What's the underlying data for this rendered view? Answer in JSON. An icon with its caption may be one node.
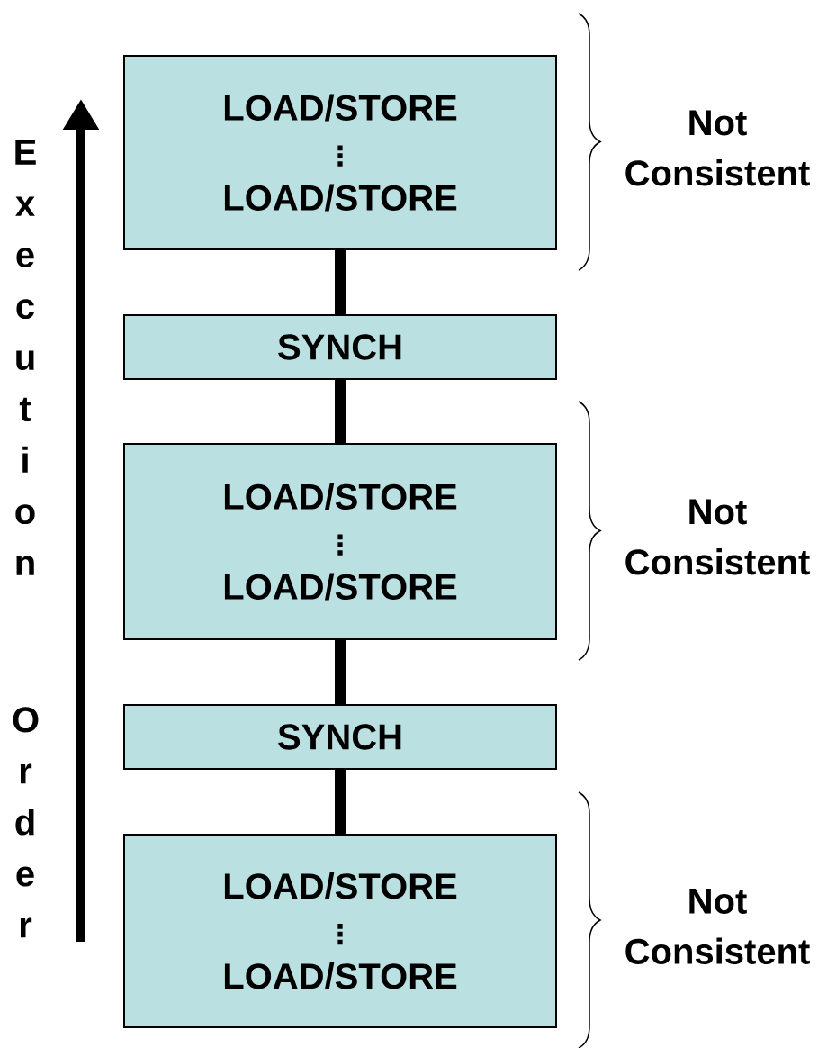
{
  "diagram": {
    "nodes": [
      {
        "text": [
          "LOAD/STORE",
          "⋮",
          "LOAD/STORE"
        ],
        "beside": [
          "Not Consistent"
        ]
      },
      {
        "text": [
          "SYNCH"
        ]
      },
      {
        "text": [
          "LOAD/STORE",
          "⋮",
          "LOAD/STORE"
        ],
        "beside": [
          "Not Consistent"
        ]
      },
      {
        "text": [
          "SYNCH"
        ]
      },
      {
        "text": [
          "LOAD/STORE",
          "⋮",
          "LOAD/STORE"
        ],
        "beside": [
          "Not Consistent"
        ]
      }
    ],
    "edges": [
      {
        "from": 0,
        "to": 1,
        "arrow": "none"
      },
      {
        "from": 1,
        "to": 2,
        "arrow": "none"
      },
      {
        "from": 2,
        "to": 3,
        "arrow": "none"
      },
      {
        "from": 3,
        "to": 4,
        "arrow": "none"
      }
    ],
    "labels": [
      "Execution",
      "Order"
    ]
  }
}
